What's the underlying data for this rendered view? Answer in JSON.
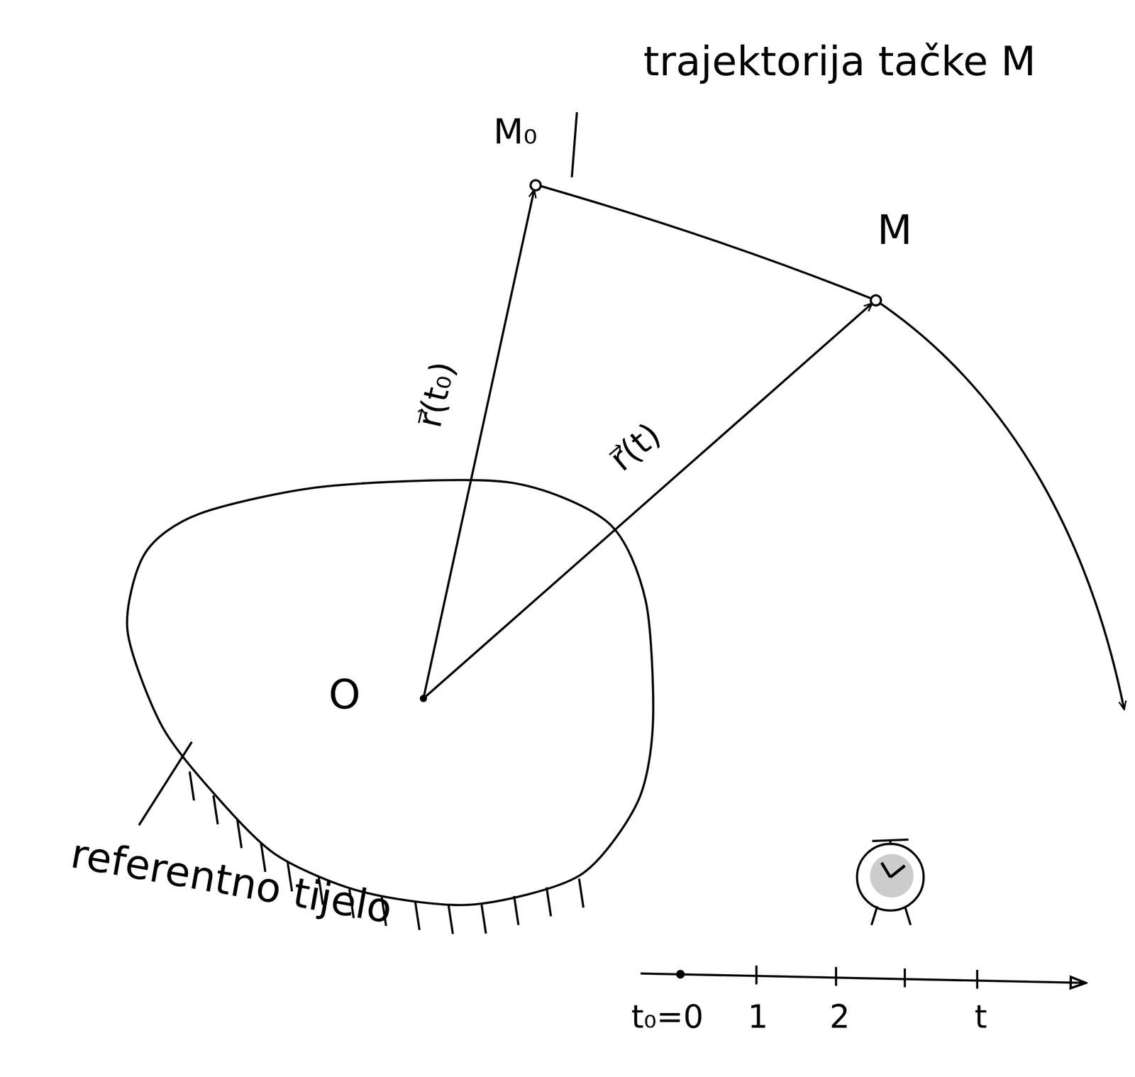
{
  "diagram": {
    "labels": [
      "trajektorija tačke M",
      "M₀",
      "M",
      "r⃗(t₀)",
      "r⃗(t)",
      "O",
      "referentno tijelo",
      "t₀=0",
      "1",
      "2",
      "t"
    ]
  }
}
